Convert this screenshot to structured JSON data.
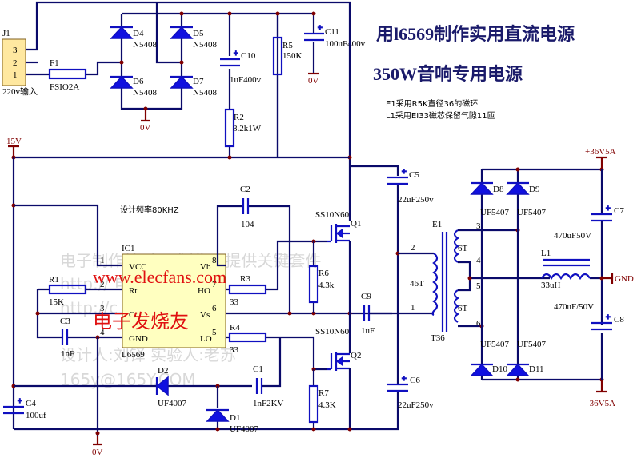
{
  "title": {
    "line1": "用l6569制作实用直流电源",
    "line2": "350W音响专用电源"
  },
  "notes": [
    "E1采用R5K直径36的磁环",
    "L1采用EI33磁芯保留气隙11匝"
  ],
  "design_freq": "设计频率80KHZ",
  "watermarks": {
    "gray": [
      "电子制作站 电子制作网提供关键套件",
      "http:// 电信站",
      "http://c com (网通站)",
      "设计人:刘铎   实验人:老苏",
      "165y@165Y.COM"
    ],
    "red_url": "www.elecfans.com",
    "red_cn": "电子发烧友"
  },
  "power_labels": {
    "v15": "15V",
    "zero": "0V",
    "pos36": "+36V5A",
    "neg36": "-36V5A",
    "gnd": "GND"
  },
  "components": {
    "J1": {
      "ref": "J1",
      "value": "220v输入",
      "pins": [
        "3",
        "2",
        "1"
      ]
    },
    "F1": {
      "ref": "F1",
      "value": "FSIO2A"
    },
    "D4": {
      "ref": "D4",
      "value": "N5408"
    },
    "D5": {
      "ref": "D5",
      "value": "N5408"
    },
    "D6": {
      "ref": "D6",
      "value": "N5408"
    },
    "D7": {
      "ref": "D7",
      "value": "N5408"
    },
    "C10": {
      "ref": "C10",
      "value": "1uF400v"
    },
    "R2": {
      "ref": "R2",
      "value": "8.2k1W"
    },
    "R5": {
      "ref": "R5",
      "value": "150K"
    },
    "C11": {
      "ref": "C11",
      "value": "100uF400v"
    },
    "IC1": {
      "ref": "IC1",
      "value": "L6569",
      "pins_left": [
        "VCC",
        "Rt",
        "Ct",
        "GND"
      ],
      "pins_right": [
        "Vb",
        "HO",
        "Vs",
        "LO"
      ],
      "pin_nums_left": [
        "1",
        "2",
        "3",
        "4"
      ],
      "pin_nums_right": [
        "8",
        "7",
        "6",
        "5"
      ]
    },
    "R1": {
      "ref": "R1",
      "value": "15K"
    },
    "C3": {
      "ref": "C3",
      "value": "1nF"
    },
    "C2": {
      "ref": "C2",
      "value": "104"
    },
    "R3": {
      "ref": "R3",
      "value": "33"
    },
    "R4": {
      "ref": "R4",
      "value": "33"
    },
    "Q1": {
      "ref": "Q1",
      "value": "SS10N60"
    },
    "Q2": {
      "ref": "Q2",
      "value": "SS10N60"
    },
    "R6": {
      "ref": "R6",
      "value": "4.3k"
    },
    "R7": {
      "ref": "R7",
      "value": "4.3K"
    },
    "C9": {
      "ref": "C9",
      "value": "1uF"
    },
    "C5": {
      "ref": "C5",
      "value": "22uF250v"
    },
    "C6": {
      "ref": "C6",
      "value": "22uF250v"
    },
    "C4": {
      "ref": "C4",
      "value": "100uf"
    },
    "D2": {
      "ref": "D2",
      "value": "UF4007"
    },
    "D1": {
      "ref": "D1",
      "value": "UF4007"
    },
    "C1": {
      "ref": "C1",
      "value": "1nF2KV"
    },
    "E1": {
      "ref": "E1",
      "sub": "T36",
      "primary": "46T",
      "sec1": "6T",
      "sec2": "6T",
      "pins": [
        "1",
        "2",
        "3",
        "4",
        "5",
        "6"
      ]
    },
    "D8": {
      "ref": "D8",
      "value": "UF5407"
    },
    "D9": {
      "ref": "D9",
      "value": "UF5407"
    },
    "D10": {
      "ref": "D10",
      "value": "UF5407"
    },
    "D11": {
      "ref": "D11",
      "value": "UF5407"
    },
    "L1": {
      "ref": "L1",
      "value": "33uH"
    },
    "C7": {
      "ref": "C7",
      "value": "470uF50V"
    },
    "C8": {
      "ref": "C8",
      "value": "470uF/50V"
    }
  }
}
